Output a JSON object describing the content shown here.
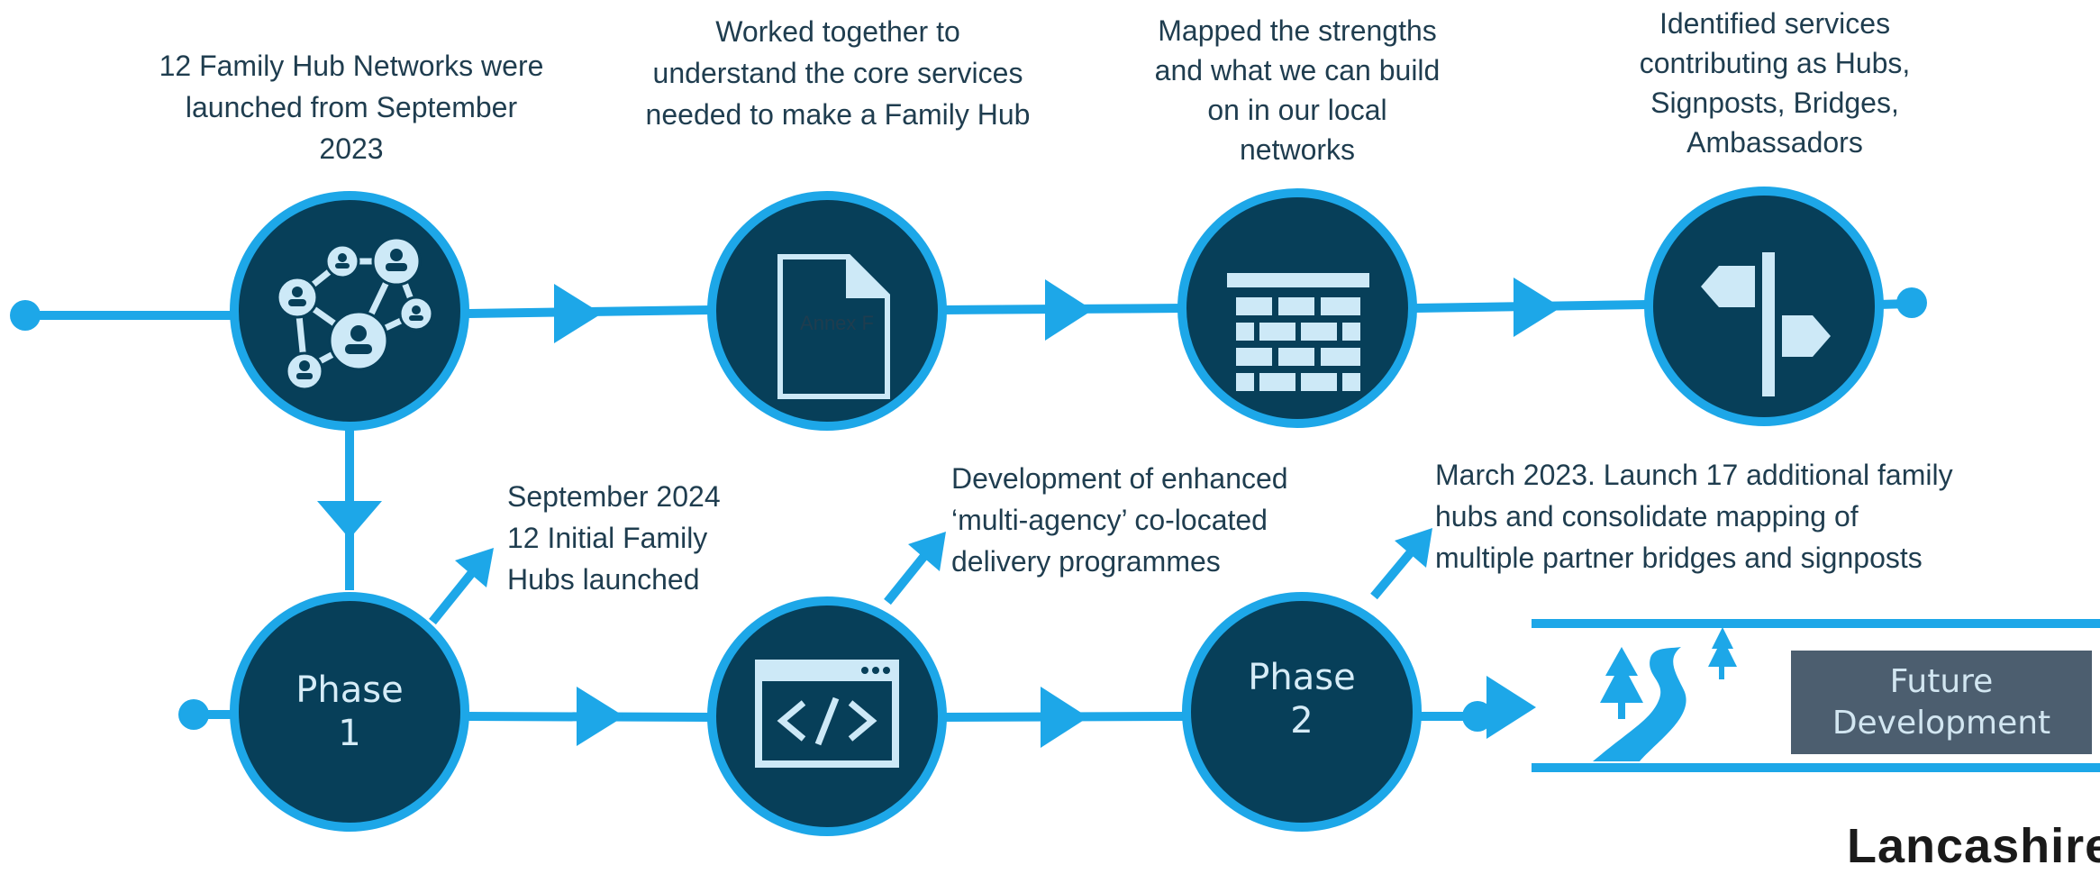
{
  "timeline_top": [
    {
      "text": [
        "12 Family Hub Networks were",
        "launched from September",
        "2023"
      ],
      "icon": "network-people-icon"
    },
    {
      "text": [
        "Worked together to",
        "understand the core services",
        "needed to make a Family Hub"
      ],
      "icon": "document-icon",
      "icon_label": "Annex F"
    },
    {
      "text": [
        "Mapped the strengths",
        "and what we can build",
        "on in our local",
        "networks"
      ],
      "icon": "brick-wall-icon"
    },
    {
      "text": [
        "Identified services",
        "contributing as Hubs,",
        "Signposts, Bridges,",
        "Ambassadors"
      ],
      "icon": "signpost-icon"
    }
  ],
  "timeline_bottom": [
    {
      "title": [
        "Phase",
        "1"
      ],
      "text": [
        "September 2024",
        "12 Initial Family",
        "Hubs launched"
      ]
    },
    {
      "icon": "code-window-icon",
      "text": [
        "Development of enhanced",
        "‘multi-agency’ co-located",
        "delivery programmes"
      ]
    },
    {
      "title": [
        "Phase",
        "2"
      ],
      "text": [
        "March 2023.  Launch 17 additional family",
        "hubs and consolidate mapping of",
        "multiple partner bridges and signposts"
      ]
    }
  ],
  "future": {
    "label": [
      "Future",
      "Development"
    ],
    "icon": "road-trees-icon"
  },
  "logo": {
    "text": "Lancashire"
  },
  "colors": {
    "line": "#1da7e8",
    "circle_fill": "#073f59",
    "icon": "#cde9f7",
    "text": "#1f3d4f",
    "future_box": "#4c5e6f"
  }
}
